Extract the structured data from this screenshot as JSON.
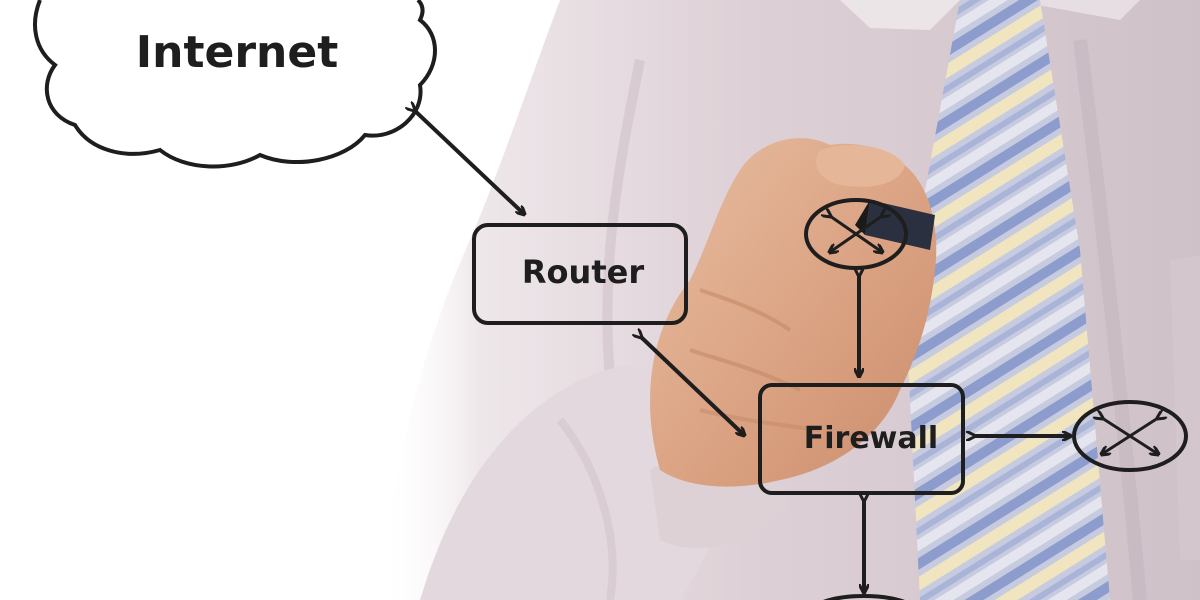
{
  "diagram": {
    "nodes": {
      "internet": {
        "label": "Internet",
        "shape": "cloud"
      },
      "router": {
        "label": "Router",
        "shape": "box"
      },
      "firewall": {
        "label": "Firewall",
        "shape": "box"
      }
    },
    "stroke_color": "#1e1e1e"
  },
  "photo": {
    "subject": "businessman-hand-drawing-with-marker",
    "colors": {
      "shirt": "#d9ccd2",
      "tie_stripe_blue": "#8c9ccc",
      "tie_stripe_cream": "#f1e5c0",
      "skin": "#dba583"
    }
  }
}
